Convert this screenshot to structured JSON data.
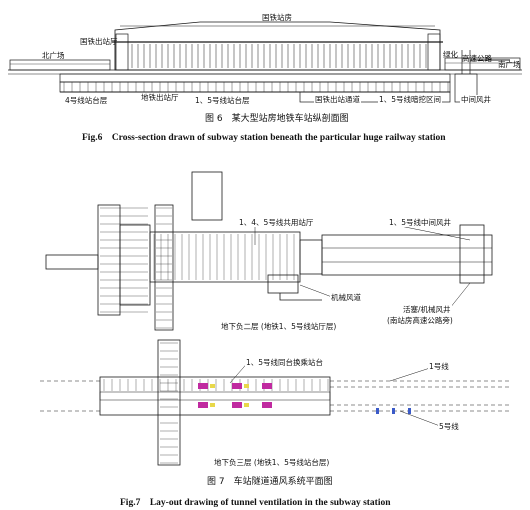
{
  "figure6": {
    "labels": {
      "station_building": "国铁站房",
      "north_plaza": "北广场",
      "rail_exit_hall": "国铁出站厅",
      "expressway": "高速公路",
      "south_plaza": "南广场",
      "greening": "绿化",
      "line4_platform": "4号线站台层",
      "metro_exit_hall": "地铁出站厅",
      "line1_5_platform": "1、5号线站台层",
      "rail_exit_passage": "国铁出站通道",
      "line1_5_interval": "1、5号线暗挖区间",
      "mid_shaft": "中间风井"
    },
    "caption_cn": "图 6　某大型站房地铁车站纵剖面图",
    "caption_en": "Fig.6　Cross-section drawn of subway station beneath the particular huge railway station"
  },
  "figure7": {
    "upper": {
      "shared_hall": "1、4、5号线共用站厅",
      "mid_shaft": "1、5号线中间风井",
      "mech_duct": "机械风道",
      "piston_shaft_1": "活塞/机械风井",
      "piston_shaft_2": "(南站房高速公路旁)",
      "level_title": "地下负二层 (地铁1、5号线站厅层)"
    },
    "lower": {
      "transfer_platform": "1、5号线同台换乘站台",
      "line1": "1号线",
      "line5": "5号线",
      "level_title": "地下负三层 (地铁1、5号线站台层)"
    },
    "caption_cn": "图 7　车站隧道通风系统平面图",
    "caption_en": "Fig.7　Lay-out drawing of tunnel ventilation in the subway station"
  },
  "colors": {
    "line": "#1a1a1a",
    "accent_magenta": "#c02aa0",
    "accent_yellow": "#e8d84a",
    "accent_blue": "#3a5ac8"
  }
}
